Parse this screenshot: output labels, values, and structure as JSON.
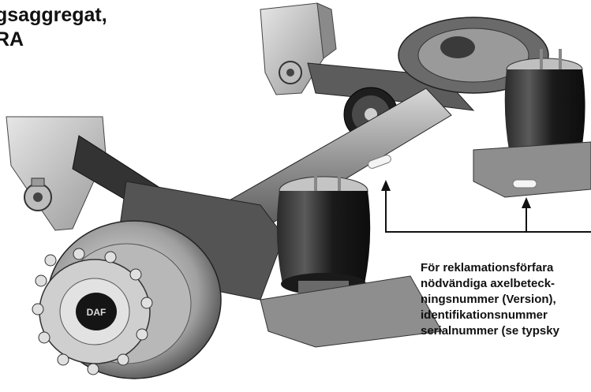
{
  "heading": {
    "line1": "gsaggregat,",
    "line2": "RA"
  },
  "caption": {
    "lines": [
      "För reklamationsförfara",
      "nödvändiga axelbeteck-",
      "ningsnummer (Version),",
      "identifikationsnummer",
      "serialnummer (se typsky"
    ]
  },
  "illustration": {
    "hub_logo_text": "DAF"
  },
  "colors": {
    "text": "#111111",
    "background": "#ffffff",
    "steel": "#7a7a7a",
    "rubber": "#1a1a1a",
    "plate": "#d0d0d0"
  }
}
